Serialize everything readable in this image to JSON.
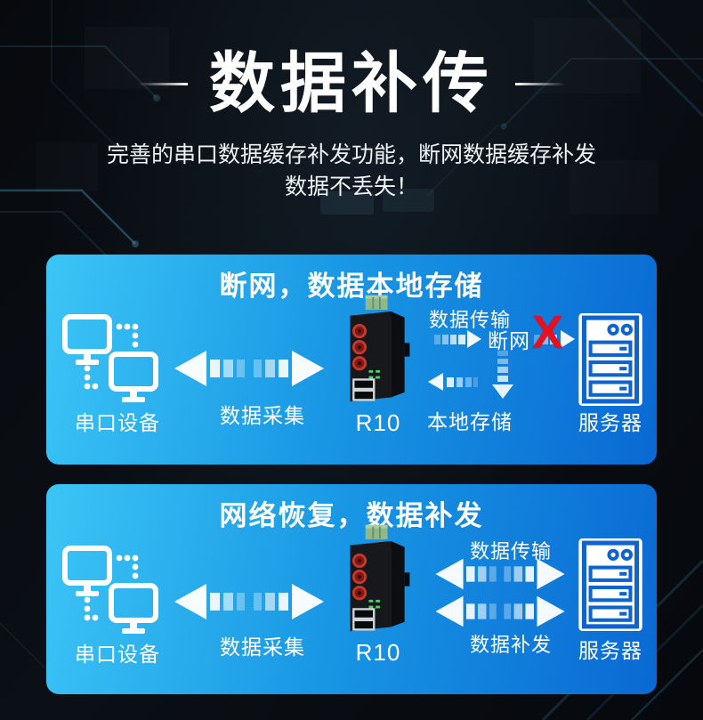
{
  "header": {
    "title": "数据补传",
    "subtitle_line1": "完善的串口数据缓存补发功能，断网数据缓存补发",
    "subtitle_line2": "数据不丢失！"
  },
  "panel1": {
    "title": "断网，数据本地存储",
    "serial_label": "串口设备",
    "collect_label": "数据采集",
    "device_label": "R10",
    "transmit_label": "数据传输",
    "disconnect_label": "断网",
    "local_storage_label": "本地存储",
    "server_label": "服务器",
    "x_mark": "X"
  },
  "panel2": {
    "title": "网络恢复，数据补发",
    "serial_label": "串口设备",
    "collect_label": "数据采集",
    "device_label": "R10",
    "transmit_label": "数据传输",
    "resend_label": "数据补发",
    "server_label": "服务器"
  },
  "icons": {
    "serial_devices": "two-monitors-linked-icon",
    "bidirectional_arrow": "double-headed-dashed-arrow-icon",
    "device": "r10-industrial-router-icon",
    "server": "server-tower-icon",
    "broken_link": "red-x-icon",
    "down_arrow": "dashed-down-arrow-icon",
    "left_arrow": "dashed-left-arrow-icon",
    "right_arrow": "dashed-right-arrow-icon"
  },
  "colors": {
    "panel_gradient_start": "#3cc5f6",
    "panel_gradient_end": "#0a69d3",
    "server_blue": "#0f63cf",
    "error_red": "#e8101f",
    "background": "#0b1016",
    "text": "#ffffff"
  }
}
